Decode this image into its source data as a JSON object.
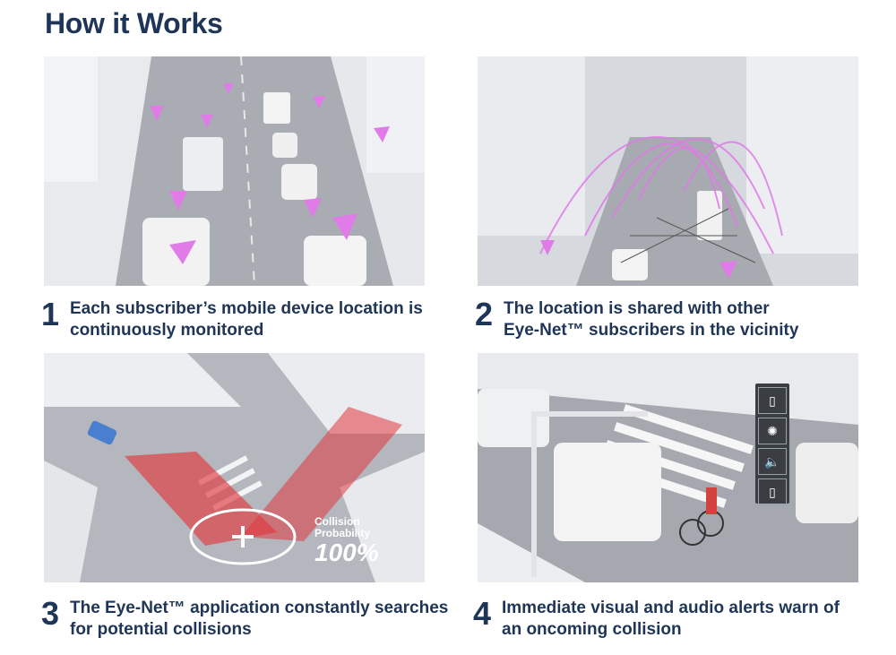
{
  "page": {
    "title": "How it Works"
  },
  "steps": [
    {
      "number": "1",
      "line1": "Each subscriber’s mobile device location is",
      "line2": "continuously monitored"
    },
    {
      "number": "2",
      "line1": "The location is shared with other",
      "line2": "Eye-Net™ subscribers in the vicinity"
    },
    {
      "number": "3",
      "line1": "The Eye-Net™ application constantly searches",
      "line2": "for potential collisions"
    },
    {
      "number": "4",
      "line1": "Immediate visual and audio alerts warn of",
      "line2": "an oncoming collision"
    }
  ],
  "overlay": {
    "collision_line1": "Collision",
    "collision_line2": "Probability",
    "collision_value": "100%"
  },
  "alert_icons": [
    "phone-icon",
    "flash-icon",
    "speaker-icon",
    "vibrate-icon"
  ],
  "colors": {
    "heading": "#1f3557",
    "marker": "#e07be8",
    "danger": "#e0393e"
  }
}
